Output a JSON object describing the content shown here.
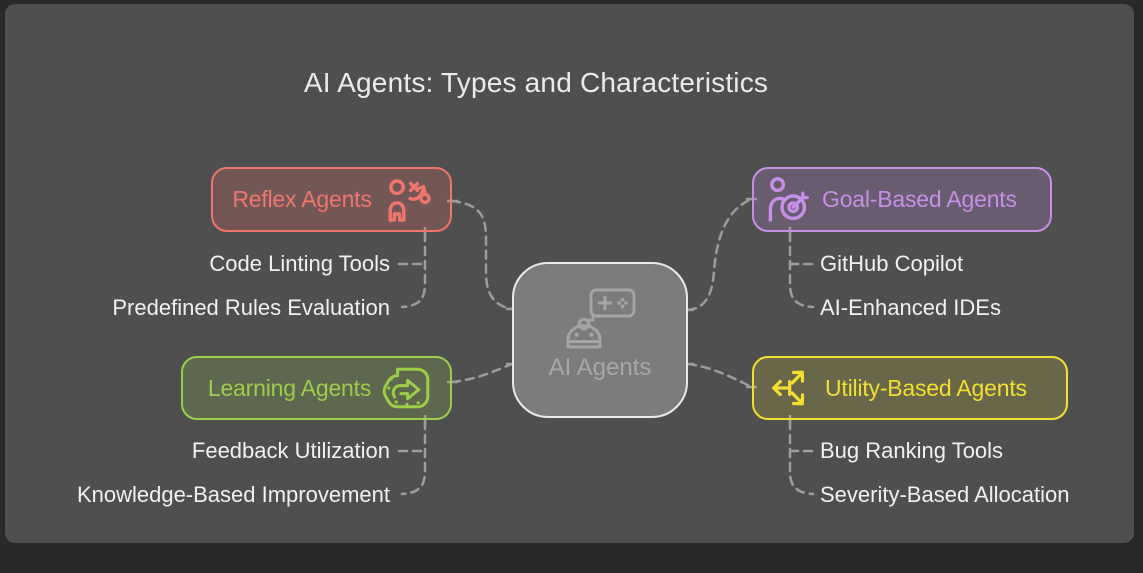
{
  "title": "AI Agents: Types and Characteristics",
  "center": {
    "label": "AI Agents",
    "icon": "robot-gamepad-icon"
  },
  "branches": [
    {
      "label": "Reflex Agents",
      "icon": "strategy-person-icon",
      "color": "#F0766D",
      "fill": "rgba(240,118,109,0.22)",
      "leaves": [
        "Code Linting Tools",
        "Predefined Rules Evaluation"
      ]
    },
    {
      "label": "Goal-Based Agents",
      "icon": "person-target-icon",
      "color": "#C88FE6",
      "fill": "rgba(200,143,230,0.22)",
      "leaves": [
        "GitHub Copilot",
        "AI-Enhanced IDEs"
      ]
    },
    {
      "label": "Learning Agents",
      "icon": "learning-arrow-icon",
      "color": "#9CCE49",
      "fill": "rgba(156,206,73,0.20)",
      "leaves": [
        "Feedback Utilization",
        "Knowledge-Based Improvement"
      ]
    },
    {
      "label": "Utility-Based Agents",
      "icon": "unity-arrows-icon",
      "color": "#F2DF2F",
      "fill": "rgba(242,223,47,0.16)",
      "leaves": [
        "Bug Ranking Tools",
        "Severity-Based Allocation"
      ]
    }
  ],
  "colors": {
    "frame": "#292929",
    "canvas": "#4F4F4F",
    "connector": "#9D9D9D",
    "leaf_text": "#F1F1F1",
    "title_text": "#EBEBEB",
    "center_border": "#EAEAEA",
    "center_fill": "#7C7C7C",
    "center_text": "#A8A8A8"
  }
}
